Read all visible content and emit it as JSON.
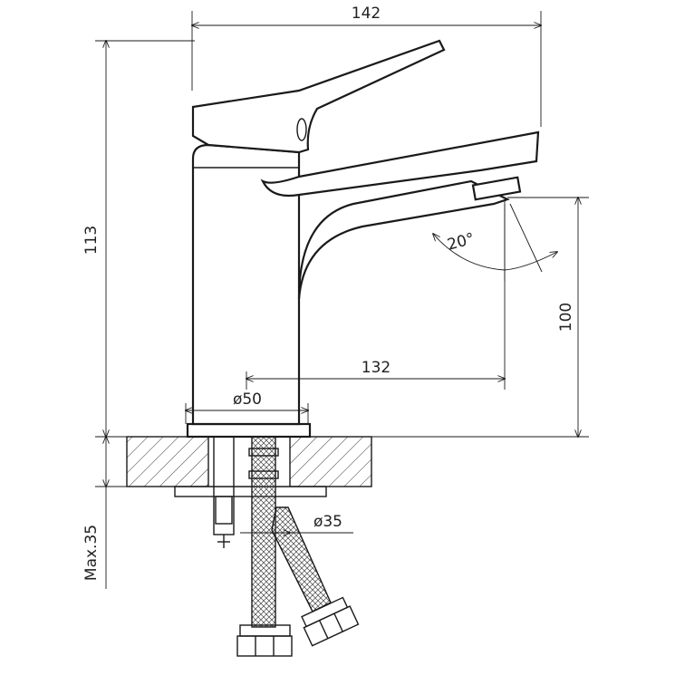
{
  "title": "Basin faucet dimension drawing",
  "dimensions": {
    "overall_length": "142",
    "overall_height": "113",
    "spout_height": "100",
    "spout_reach": "132",
    "base_diameter": "ø50",
    "hole_diameter": "ø35",
    "spout_angle": "20°",
    "max_counter_thickness": "Max.35"
  }
}
